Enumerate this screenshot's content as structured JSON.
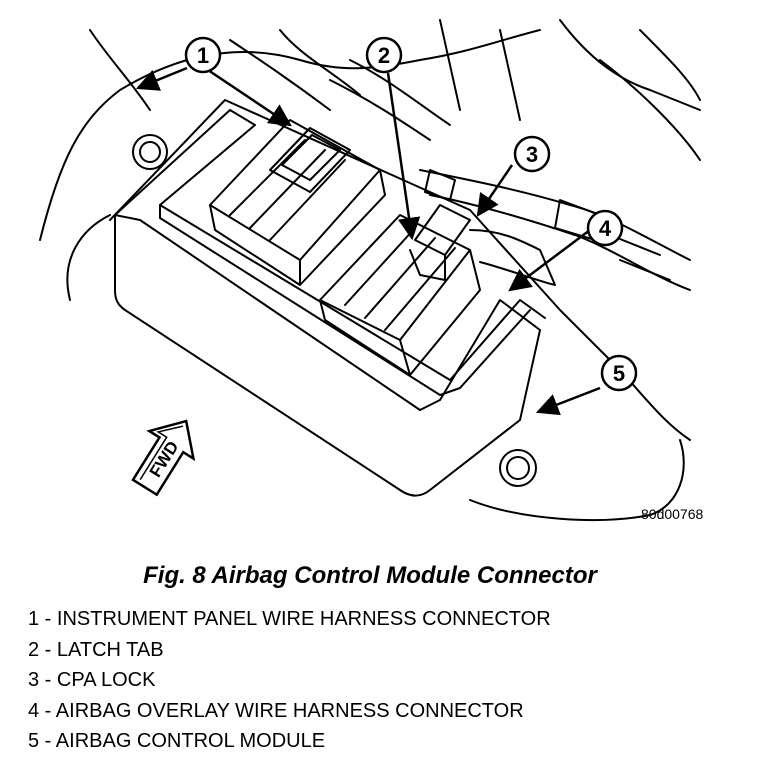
{
  "figure_id": "80d00768",
  "caption": "Fig. 8 Airbag Control Module Connector",
  "fwd_label": "FWD",
  "callouts": [
    "1",
    "2",
    "3",
    "4",
    "5"
  ],
  "legend": [
    "1 - INSTRUMENT PANEL WIRE HARNESS CONNECTOR",
    "2 - LATCH TAB",
    "3 - CPA LOCK",
    "4 - AIRBAG OVERLAY WIRE HARNESS CONNECTOR",
    "5 - AIRBAG CONTROL MODULE"
  ]
}
